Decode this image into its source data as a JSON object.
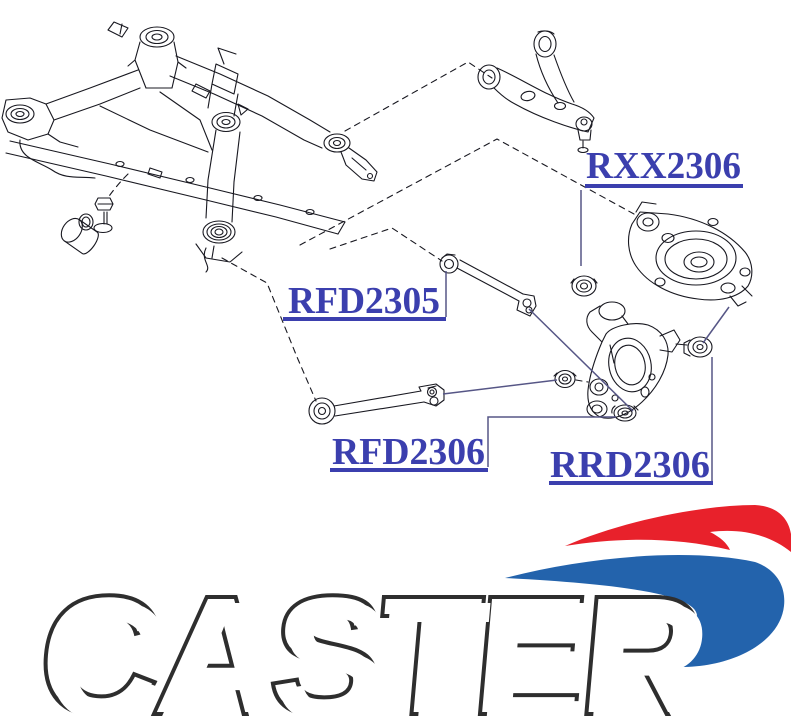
{
  "diagram": {
    "labels": {
      "rxx2306": "RXX2306",
      "rfd2305": "RFD2305",
      "rfd2306": "RFD2306",
      "rrd2306": "RRD2306"
    },
    "colors": {
      "label_blue": "#3B3FAE",
      "line": "#181820",
      "leader": "#565686"
    }
  },
  "logo": {
    "text": "CASTER",
    "swoosh_red": "#E8212B",
    "swoosh_blue": "#2363AC"
  }
}
